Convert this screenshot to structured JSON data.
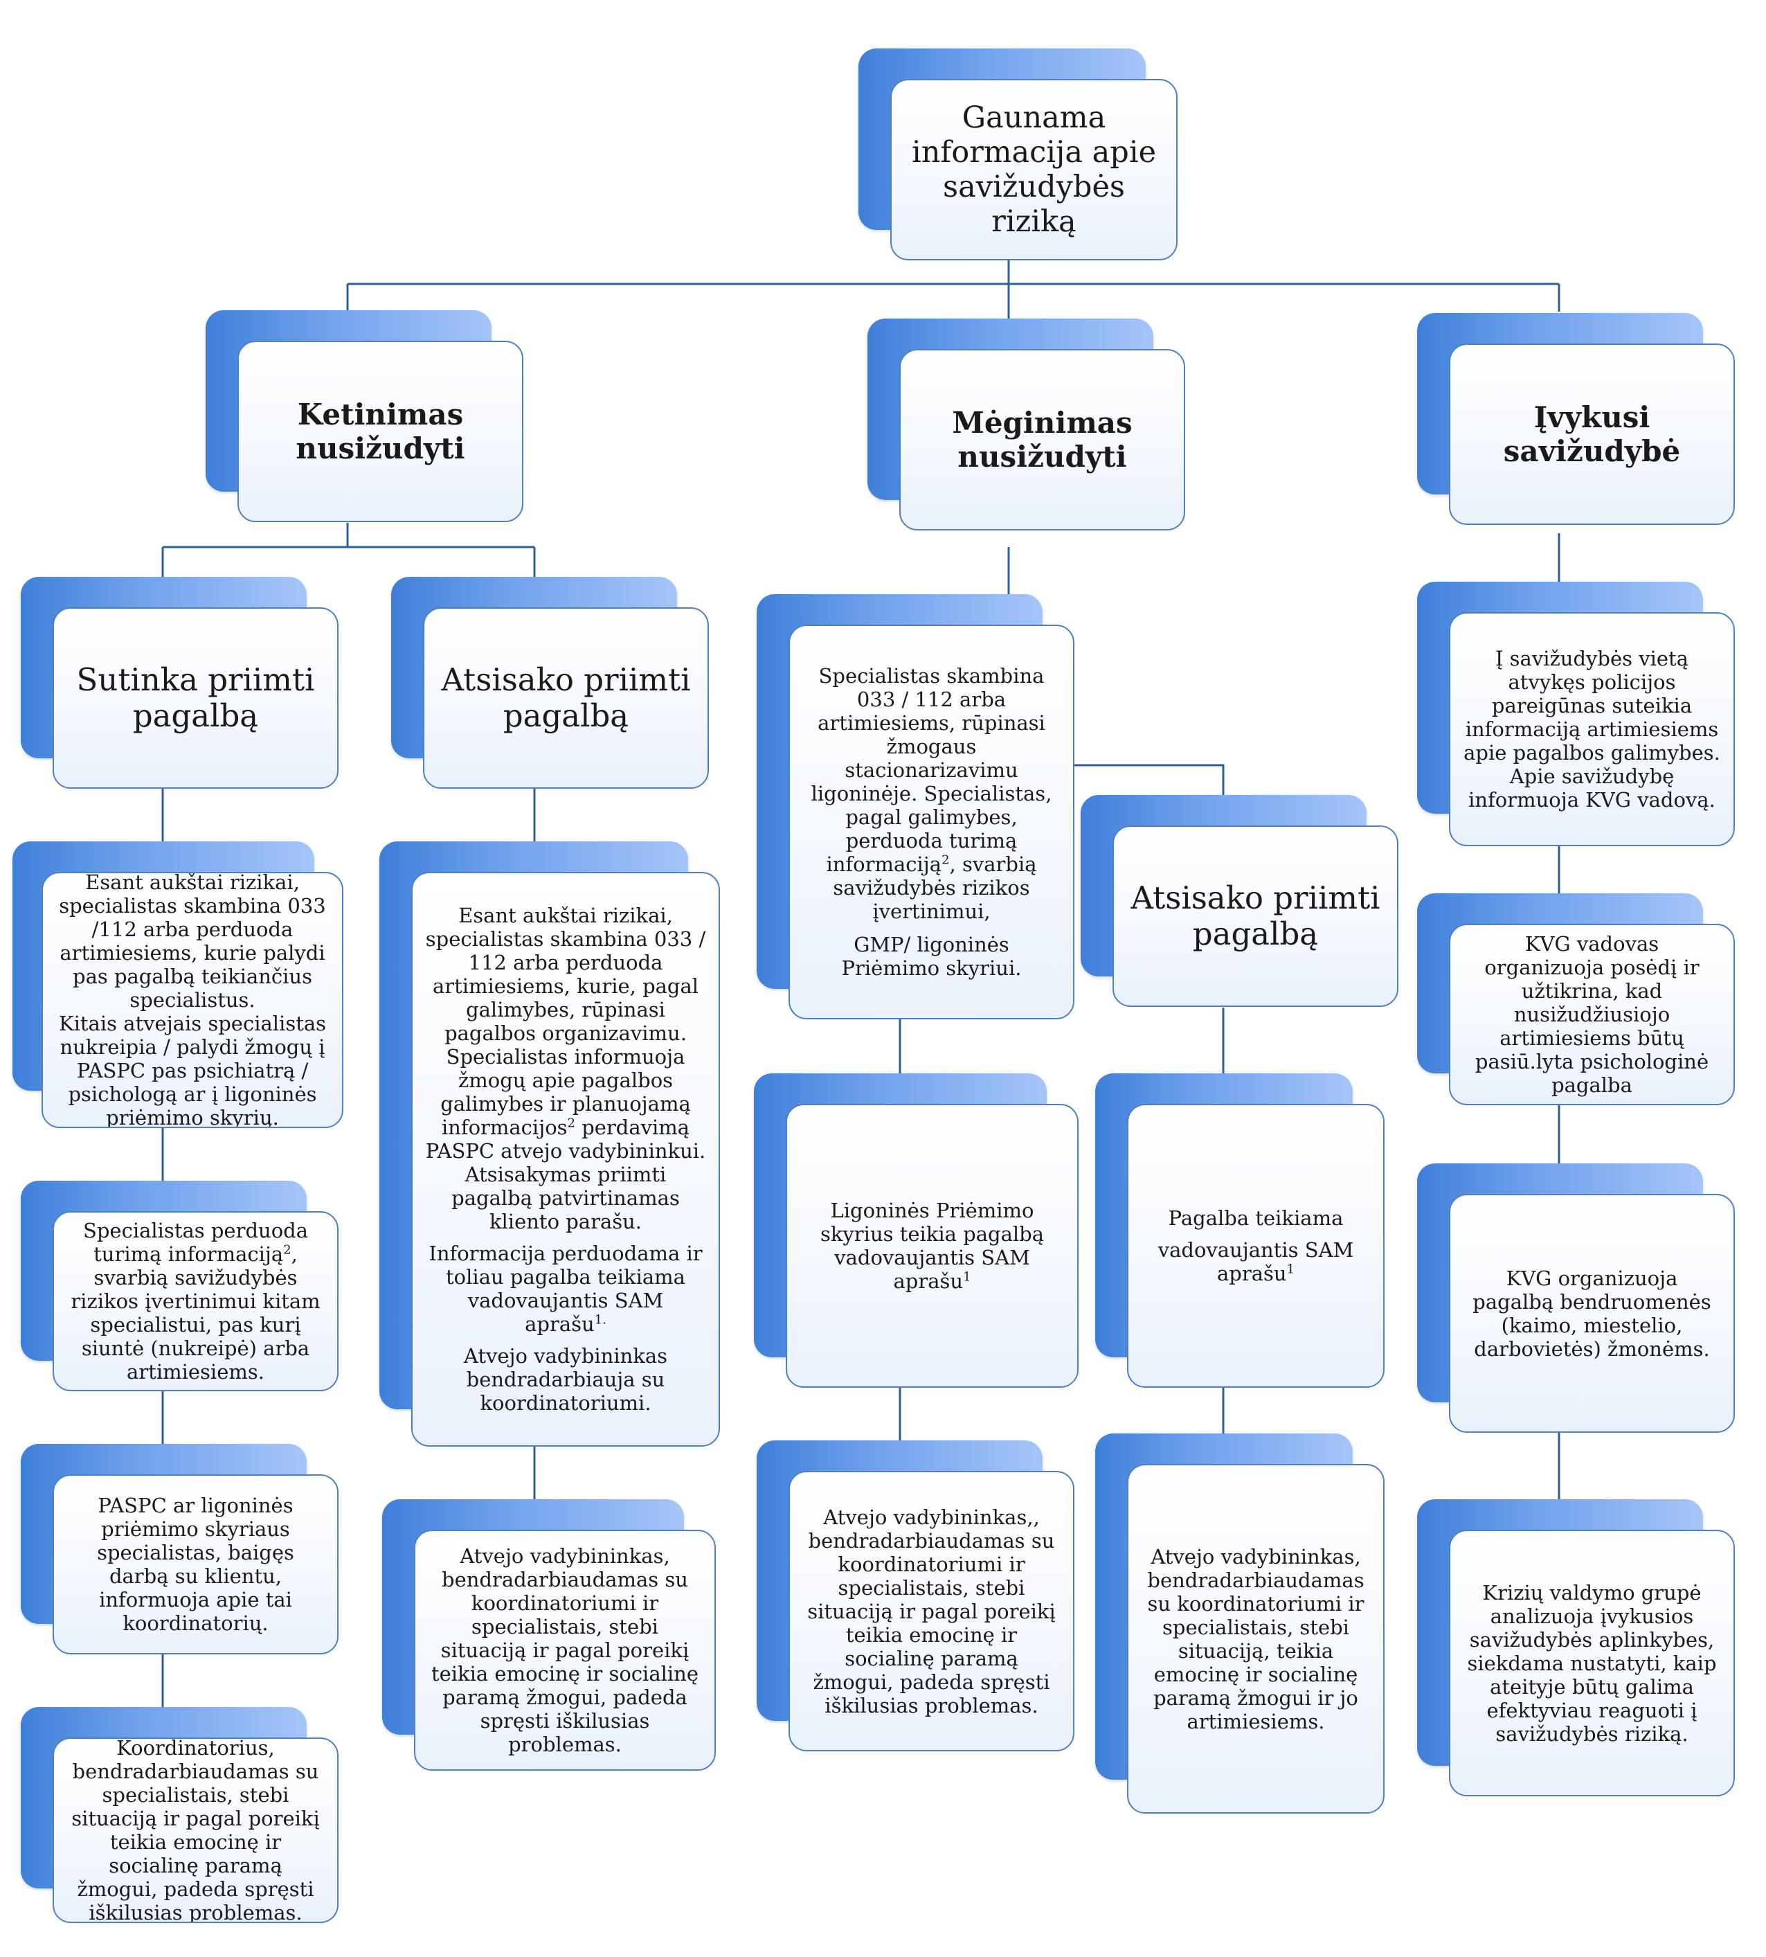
{
  "colors": {
    "box_fill_dark": "#3f7fd9",
    "box_fill_light": "#a6c5f8",
    "border": "#4f7fc6",
    "connector": "#2f5f9a"
  },
  "root": {
    "text": "Gaunama informacija apie savižudybės riziką"
  },
  "categories": {
    "ketinimas": {
      "text": "Ketinimas nusižudyti"
    },
    "meginimas": {
      "text": "Mėginimas nusižudyti"
    },
    "ivykusi": {
      "text": "Įvykusi savižudybė"
    }
  },
  "ketinimas": {
    "sutinka": {
      "text": "Sutinka priimti pagalbą"
    },
    "atsisako": {
      "text": "Atsisako priimti pagalbą"
    },
    "sutinka_steps": [
      {
        "lines": [
          "Esant aukštai rizikai, specialistas skambina 033 /112 arba perduoda artimiesiems, kurie palydi pas pagalbą teikiančius specialistus.",
          "Kitais atvejais specialistas nukreipia / palydi žmogų į PASPC pas psichiatrą / psichologą ar į ligoninės priėmimo skyrių."
        ]
      },
      {
        "lines": [
          "Specialistas perduoda turimą informaciją",
          "2",
          ", svarbią savižudybės rizikos įvertinimui  kitam specialistui, pas kurį siuntė (nukreipė) arba artimiesiems."
        ]
      },
      {
        "lines": [
          "PASPC  ar ligoninės priėmimo skyriaus specialistas, baigęs darbą su klientu, informuoja apie tai koordinatorių."
        ]
      },
      {
        "lines": [
          "Koordinatorius, bendradarbiaudamas su specialistais, stebi situaciją ir pagal poreikį teikia emocinę ir socialinę paramą žmogui, padeda spręsti iškilusias problemas."
        ]
      }
    ],
    "atsisako_steps": [
      {
        "lines": [
          "Esant aukštai rizikai, specialistas skambina 033 / 112 arba perduoda artimiesiems, kurie, pagal galimybes, rūpinasi pagalbos organizavimu.  Specialistas informuoja žmogų apie pagalbos galimybes ir planuojamą informacijos",
          "2",
          " perdavimą PASPC atvejo vadybininkui. Atsisakymas priimti pagalbą patvirtinamas kliento parašu.",
          "Informacija perduodama ir toliau pagalba teikiama vadovaujantis SAM aprašu",
          "1.",
          "Atvejo vadybininkas bendradarbiauja su koordinatoriumi."
        ]
      },
      {
        "lines": [
          "Atvejo vadybininkas, bendradarbiaudamas su koordinatoriumi ir specialistais, stebi situaciją ir pagal poreikį teikia emocinę ir socialinę paramą žmogui, padeda spręsti iškilusias problemas."
        ]
      }
    ]
  },
  "meginimas": {
    "main": {
      "lines": [
        "Specialistas skambina 033 / 112 arba artimiesiems, rūpinasi žmogaus stacionarizavimu ligoninėje. Specialistas, pagal galimybes, perduoda turimą informaciją",
        "2",
        ", svarbią savižudybės rizikos įvertinimui,",
        "GMP/ ligoninės Priėmimo skyriui."
      ]
    },
    "atsisako": {
      "text": "Atsisako priimti pagalbą"
    },
    "left_steps": [
      {
        "lines": [
          "Ligoninės Priėmimo skyrius  teikia pagalbą vadovaujantis SAM aprašu",
          "1"
        ]
      },
      {
        "lines": [
          "Atvejo vadybininkas,, bendradarbiaudamas su koordinatoriumi ir specialistais, stebi situaciją ir pagal poreikį teikia emocinę ir socialinę paramą žmogui, padeda spręsti iškilusias problemas."
        ]
      }
    ],
    "right_steps": [
      {
        "lines": [
          "Pagalba teikiama",
          "vadovaujantis SAM aprašu",
          "1"
        ]
      },
      {
        "lines": [
          "Atvejo vadybininkas, bendradarbiaudamas su koordinatoriumi ir specialistais, stebi situaciją, teikia emocinę ir socialinę paramą žmogui ir jo artimiesiems."
        ]
      }
    ]
  },
  "ivykusi": {
    "steps": [
      {
        "lines": [
          "Į savižudybės vietą atvykęs policijos pareigūnas suteikia informaciją artimiesiems  apie pagalbos galimybes. Apie savižudybę informuoja KVG vadovą."
        ]
      },
      {
        "lines": [
          "KVG vadovas organizuoja posėdį ir užtikrina, kad nusižudžiusiojo artimiesiems būtų pasiū.lyta psichologinė pagalba"
        ]
      },
      {
        "lines": [
          "KVG organizuoja pagalbą bendruomenės (kaimo, miestelio, darbovietės) žmonėms."
        ]
      },
      {
        "lines": [
          "Krizių valdymo  grupė analizuoja įvykusios savižudybės aplinkybes, siekdama nustatyti, kaip ateityje būtų galima efektyviau reaguoti į savižudybės riziką."
        ]
      }
    ]
  }
}
